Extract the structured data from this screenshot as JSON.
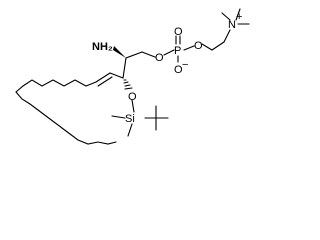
{
  "atoms": {
    "nh2": "NH₂",
    "o_ester": "O",
    "p": "P",
    "o_phosphoryl": "O",
    "o_minus": "O",
    "minus_sign": "−",
    "o_ethyl": "O",
    "n_plus": "N",
    "plus_sign": "+",
    "o_silyl": "O",
    "si": "Si"
  }
}
